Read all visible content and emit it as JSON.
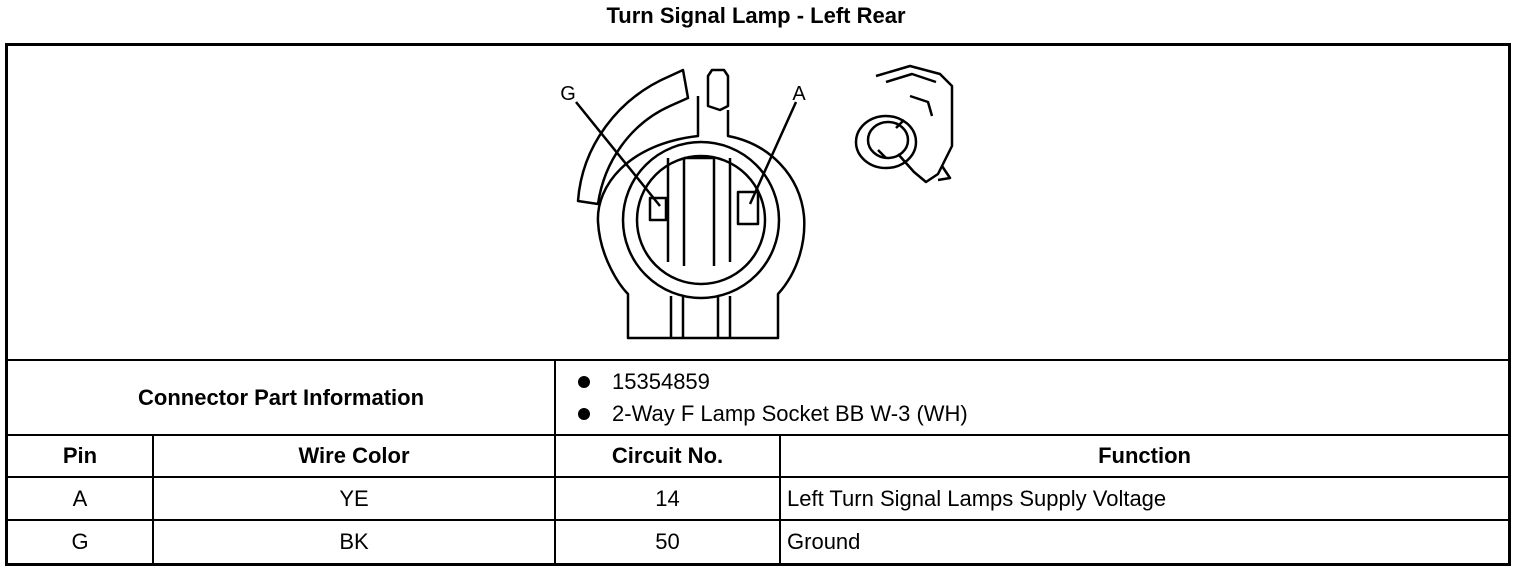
{
  "title": "Turn Signal Lamp - Left Rear",
  "diagram": {
    "pin_labels": [
      "G",
      "A"
    ]
  },
  "connector_info": {
    "label": "Connector Part Information",
    "items": [
      "15354859",
      "2-Way F Lamp Socket BB W-3 (WH)"
    ]
  },
  "table": {
    "headers": [
      "Pin",
      "Wire Color",
      "Circuit No.",
      "Function"
    ],
    "rows": [
      {
        "pin": "A",
        "wire_color": "YE",
        "circuit": "14",
        "function": "Left Turn Signal Lamps Supply Voltage"
      },
      {
        "pin": "G",
        "wire_color": "BK",
        "circuit": "50",
        "function": "Ground"
      }
    ]
  }
}
